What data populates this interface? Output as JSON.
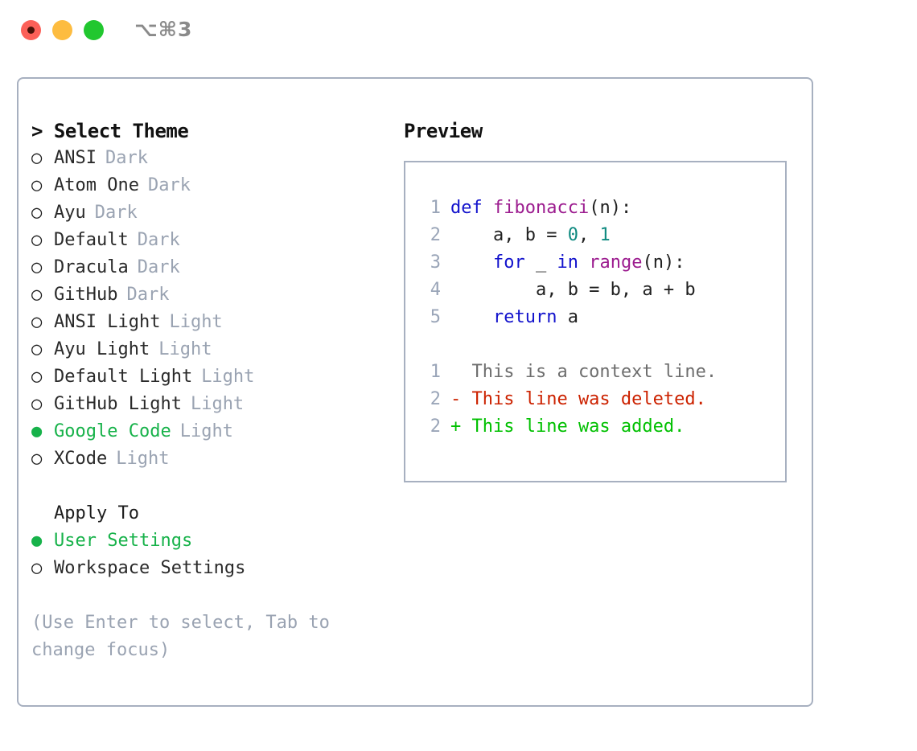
{
  "titlebar": {
    "shortcut": "⌥⌘3",
    "buttons": [
      "close",
      "minimize",
      "maximize"
    ]
  },
  "left": {
    "heading": "> Select Theme",
    "themes": [
      {
        "marker": "○",
        "name": "ANSI",
        "variant": "Dark",
        "selected": false
      },
      {
        "marker": "○",
        "name": "Atom One",
        "variant": "Dark",
        "selected": false
      },
      {
        "marker": "○",
        "name": "Ayu",
        "variant": "Dark",
        "selected": false
      },
      {
        "marker": "○",
        "name": "Default",
        "variant": "Dark",
        "selected": false
      },
      {
        "marker": "○",
        "name": "Dracula",
        "variant": "Dark",
        "selected": false
      },
      {
        "marker": "○",
        "name": "GitHub",
        "variant": "Dark",
        "selected": false
      },
      {
        "marker": "○",
        "name": "ANSI Light",
        "variant": "Light",
        "selected": false
      },
      {
        "marker": "○",
        "name": "Ayu Light",
        "variant": "Light",
        "selected": false
      },
      {
        "marker": "○",
        "name": "Default Light",
        "variant": "Light",
        "selected": false
      },
      {
        "marker": "○",
        "name": "GitHub Light",
        "variant": "Light",
        "selected": false
      },
      {
        "marker": "●",
        "name": "Google Code",
        "variant": "Light",
        "selected": true
      },
      {
        "marker": "○",
        "name": "XCode",
        "variant": "Light",
        "selected": false
      }
    ],
    "apply_to": {
      "heading": "Apply To",
      "heading_marker": " ",
      "options": [
        {
          "marker": "●",
          "label": "User Settings",
          "selected": true
        },
        {
          "marker": "○",
          "label": "Workspace Settings",
          "selected": false
        }
      ]
    },
    "hint": "(Use Enter to select, Tab to change focus)"
  },
  "right": {
    "heading": "Preview",
    "code_lines": [
      {
        "num": "1",
        "tokens": [
          {
            "t": "def ",
            "c": "tok-kw"
          },
          {
            "t": "fibonacci",
            "c": "tok-fn"
          },
          {
            "t": "(n):",
            "c": "tok-punc"
          }
        ]
      },
      {
        "num": "2",
        "tokens": [
          {
            "t": "    a, b = ",
            "c": "tok-plain"
          },
          {
            "t": "0",
            "c": "tok-num"
          },
          {
            "t": ", ",
            "c": "tok-plain"
          },
          {
            "t": "1",
            "c": "tok-num"
          }
        ]
      },
      {
        "num": "3",
        "tokens": [
          {
            "t": "    ",
            "c": "tok-plain"
          },
          {
            "t": "for",
            "c": "tok-kw"
          },
          {
            "t": " _ ",
            "c": "tok-plain"
          },
          {
            "t": "in",
            "c": "tok-kw"
          },
          {
            "t": " ",
            "c": "tok-plain"
          },
          {
            "t": "range",
            "c": "tok-fn"
          },
          {
            "t": "(n):",
            "c": "tok-punc"
          }
        ]
      },
      {
        "num": "4",
        "tokens": [
          {
            "t": "        a, b = b, a + b",
            "c": "tok-plain"
          }
        ]
      },
      {
        "num": "5",
        "tokens": [
          {
            "t": "    ",
            "c": "tok-plain"
          },
          {
            "t": "return",
            "c": "tok-kw"
          },
          {
            "t": " a",
            "c": "tok-plain"
          }
        ]
      }
    ],
    "diff_lines": [
      {
        "num": "1",
        "text": "  This is a context line.",
        "kind": "diff-ctx"
      },
      {
        "num": "2",
        "text": "- This line was deleted.",
        "kind": "diff-del"
      },
      {
        "num": "2",
        "text": "+ This line was added.",
        "kind": "diff-add"
      }
    ]
  },
  "colors": {
    "accent_green": "#17b24a",
    "diff_add": "#00c000",
    "diff_del": "#cc2200",
    "keyword": "#1212cc",
    "function": "#9c1c8f",
    "number": "#0f8a80",
    "muted": "#9aa3b2",
    "border": "#a7b0c0"
  }
}
